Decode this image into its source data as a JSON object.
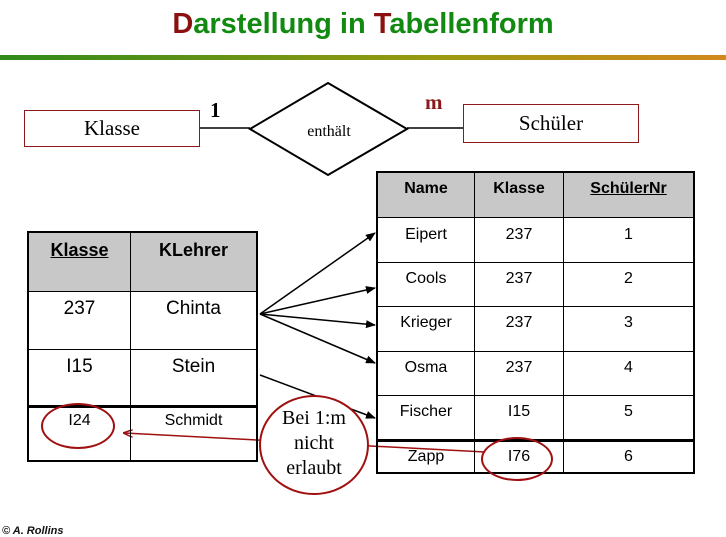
{
  "title": {
    "first_cap": "D",
    "part1": "arstellung in ",
    "second_cap": "T",
    "part2": "abellenform"
  },
  "er": {
    "entity_left": "Klasse",
    "entity_right": "Schüler",
    "relationship": "enthält",
    "card_left": "1",
    "card_right": "m"
  },
  "klasse_table": {
    "headers": [
      "Klasse",
      "KLehrer"
    ],
    "rows": [
      [
        "237",
        "Chinta"
      ],
      [
        "I15",
        "Stein"
      ],
      [
        "I24",
        "Schmidt"
      ]
    ]
  },
  "schueler_table": {
    "headers": [
      "Name",
      "Klasse",
      "SchülerNr"
    ],
    "rows": [
      [
        "Eipert",
        "237",
        "1"
      ],
      [
        "Cools",
        "237",
        "2"
      ],
      [
        "Krieger",
        "237",
        "3"
      ],
      [
        "Osma",
        "237",
        "4"
      ],
      [
        "Fischer",
        "I15",
        "5"
      ],
      [
        "Zapp",
        "I76",
        "6"
      ]
    ]
  },
  "note": {
    "line1": "Bei 1:m",
    "line2": "nicht",
    "line3": "erlaubt"
  },
  "footer": "© A. Rollins",
  "colors": {
    "title_green": "#128a12",
    "title_red": "#8b1010",
    "circle": "#a01010",
    "header_bg": "#c8c8c8"
  }
}
